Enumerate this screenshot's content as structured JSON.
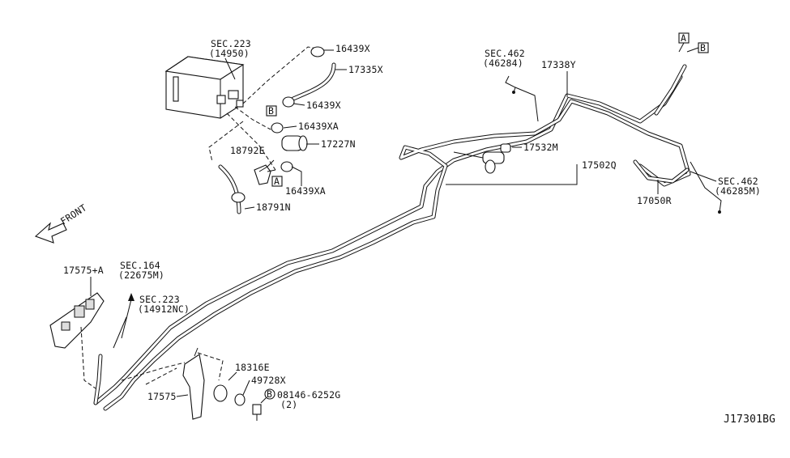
{
  "diagram": {
    "figure_id": "J17301BG",
    "direction_label": "FRONT",
    "callouts": {
      "sec223_top": "SEC.223",
      "sec223_top_ref": "(14950)",
      "p16439x_a": "16439X",
      "p17335x": "17335X",
      "p16439x_b": "16439X",
      "p16439xa_a": "16439XA",
      "p17227n": "17227N",
      "p18792e": "18792E",
      "p16439xa_b": "16439XA",
      "p18791n": "18791N",
      "sec462_top": "SEC.462",
      "sec462_top_ref": "(46284)",
      "p17338y": "17338Y",
      "p17532m": "17532M",
      "p17502q": "17502Q",
      "p17050r": "17050R",
      "sec462_right": "SEC.462",
      "sec462_right_ref": "(46285M)",
      "p17575a": "17575+A",
      "sec164": "SEC.164",
      "sec164_ref": "(22675M)",
      "sec223_bot": "SEC.223",
      "sec223_bot_ref": "(14912NC)",
      "p18316e": "18316E",
      "p49728x": "49728X",
      "p08146": "08146-6252G",
      "p08146_qty": "(2)",
      "p17575": "17575"
    },
    "markers": {
      "a": "A",
      "b": "B"
    }
  }
}
